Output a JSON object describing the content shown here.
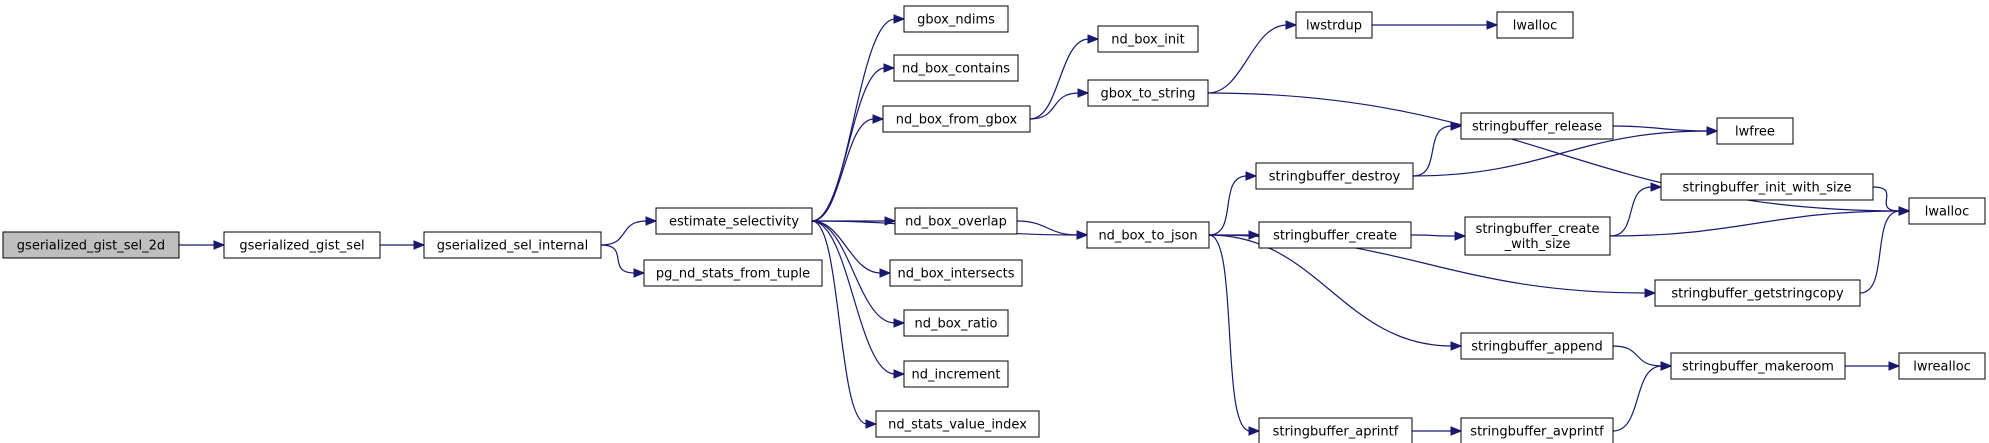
{
  "colors": {
    "edge": "#191970",
    "root_fill": "#bfbfbf",
    "node_fill": "#ffffff",
    "node_border": "#000000"
  },
  "nodes": [
    {
      "id": "gsgs2d",
      "label": "gserialized_gist_sel_2d",
      "root": true
    },
    {
      "id": "gsgs",
      "label": "gserialized_gist_sel"
    },
    {
      "id": "gsi",
      "label": "gserialized_sel_internal"
    },
    {
      "id": "es",
      "label": "estimate_selectivity"
    },
    {
      "id": "pgnd",
      "label": "pg_nd_stats_from_tuple"
    },
    {
      "id": "gndims",
      "label": "gbox_ndims"
    },
    {
      "id": "ndbc",
      "label": "nd_box_contains"
    },
    {
      "id": "ndbfg",
      "label": "nd_box_from_gbox"
    },
    {
      "id": "ndbo",
      "label": "nd_box_overlap"
    },
    {
      "id": "ndbi",
      "label": "nd_box_intersects"
    },
    {
      "id": "ndbr",
      "label": "nd_box_ratio"
    },
    {
      "id": "ndinc",
      "label": "nd_increment"
    },
    {
      "id": "ndsvi",
      "label": "nd_stats_value_index"
    },
    {
      "id": "ndbinit",
      "label": "nd_box_init"
    },
    {
      "id": "gts",
      "label": "gbox_to_string"
    },
    {
      "id": "ndbtj",
      "label": "nd_box_to_json"
    },
    {
      "id": "lwstrdup",
      "label": "lwstrdup"
    },
    {
      "id": "lwalloc1",
      "label": "lwalloc"
    },
    {
      "id": "sbd",
      "label": "stringbuffer_destroy"
    },
    {
      "id": "sbc",
      "label": "stringbuffer_create"
    },
    {
      "id": "sba",
      "label": "stringbuffer_append"
    },
    {
      "id": "sbap",
      "label": "stringbuffer_aprintf"
    },
    {
      "id": "sbrel",
      "label": "stringbuffer_release"
    },
    {
      "id": "sbcws",
      "label": "stringbuffer_create\n_with_size"
    },
    {
      "id": "sbavp",
      "label": "stringbuffer_avprintf"
    },
    {
      "id": "lwfree",
      "label": "lwfree"
    },
    {
      "id": "sbiws",
      "label": "stringbuffer_init_with_size"
    },
    {
      "id": "sbgsc",
      "label": "stringbuffer_getstringcopy"
    },
    {
      "id": "sbmr",
      "label": "stringbuffer_makeroom"
    },
    {
      "id": "lwalloc2",
      "label": "lwalloc"
    },
    {
      "id": "lwrealloc",
      "label": "lwrealloc"
    }
  ],
  "edges": [
    [
      "gsgs2d",
      "gsgs"
    ],
    [
      "gsgs",
      "gsi"
    ],
    [
      "gsi",
      "es"
    ],
    [
      "gsi",
      "pgnd"
    ],
    [
      "es",
      "gndims"
    ],
    [
      "es",
      "ndbc"
    ],
    [
      "es",
      "ndbfg"
    ],
    [
      "es",
      "ndbtj"
    ],
    [
      "es",
      "ndbo"
    ],
    [
      "es",
      "ndbi"
    ],
    [
      "es",
      "ndbr"
    ],
    [
      "es",
      "ndinc"
    ],
    [
      "es",
      "ndsvi"
    ],
    [
      "ndbfg",
      "ndbinit"
    ],
    [
      "ndbfg",
      "gts"
    ],
    [
      "gts",
      "lwstrdup"
    ],
    [
      "gts",
      "lwalloc2"
    ],
    [
      "lwstrdup",
      "lwalloc1"
    ],
    [
      "ndbo",
      "ndbtj"
    ],
    [
      "ndbtj",
      "sbd"
    ],
    [
      "ndbtj",
      "sbc"
    ],
    [
      "ndbtj",
      "sbgsc"
    ],
    [
      "ndbtj",
      "sba"
    ],
    [
      "ndbtj",
      "sbap"
    ],
    [
      "sbd",
      "sbrel"
    ],
    [
      "sbd",
      "lwfree"
    ],
    [
      "sbrel",
      "lwfree"
    ],
    [
      "sbc",
      "sbcws"
    ],
    [
      "sbcws",
      "sbiws"
    ],
    [
      "sbcws",
      "lwalloc2"
    ],
    [
      "sbiws",
      "lwalloc2"
    ],
    [
      "sbgsc",
      "lwalloc2"
    ],
    [
      "sba",
      "sbmr"
    ],
    [
      "sbap",
      "sbavp"
    ],
    [
      "sbavp",
      "sbmr"
    ],
    [
      "sbmr",
      "lwrealloc"
    ]
  ]
}
